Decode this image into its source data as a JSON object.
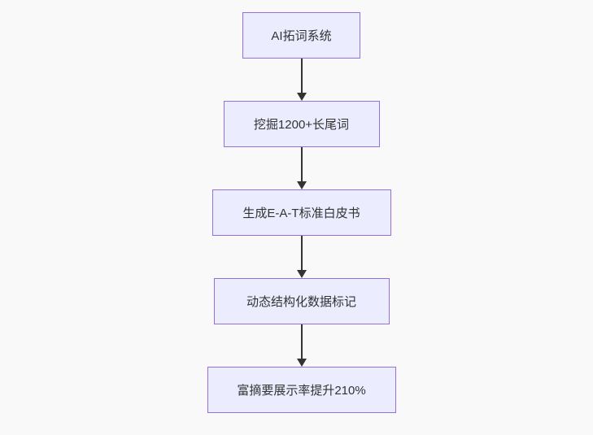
{
  "diagram": {
    "type": "flowchart",
    "direction": "top-down",
    "nodes": [
      {
        "id": "node-1",
        "label": "AI拓词系统"
      },
      {
        "id": "node-2",
        "label": "挖掘1200+长尾词"
      },
      {
        "id": "node-3",
        "label": "生成E-A-T标准白皮书"
      },
      {
        "id": "node-4",
        "label": "动态结构化数据标记"
      },
      {
        "id": "node-5",
        "label": "富摘要展示率提升210%"
      }
    ],
    "edges": [
      {
        "from": "node-1",
        "to": "node-2"
      },
      {
        "from": "node-2",
        "to": "node-3"
      },
      {
        "from": "node-3",
        "to": "node-4"
      },
      {
        "from": "node-4",
        "to": "node-5"
      }
    ],
    "colors": {
      "node_fill": "#ECECFF",
      "node_border": "#9370DB",
      "arrow": "#333333",
      "text": "#333333",
      "background": "#f9f9f9"
    }
  }
}
